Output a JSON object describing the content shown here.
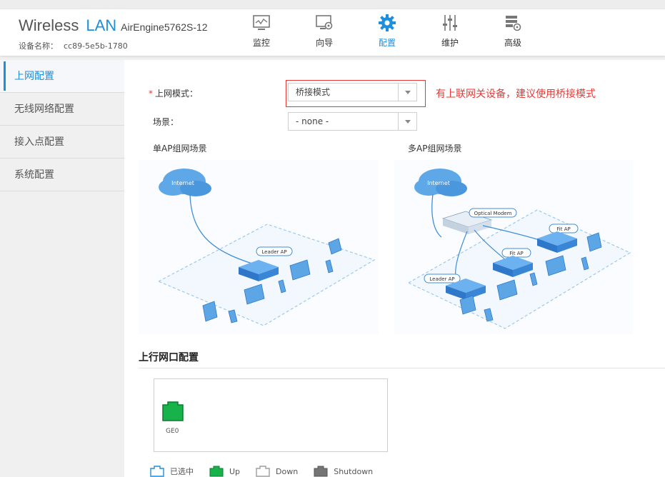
{
  "header": {
    "brand_wireless": "Wireless",
    "brand_lan": "LAN",
    "model": "AirEngine5762S-12",
    "device_name_label": "设备名称：",
    "device_name_value": "cc89-5e5b-1780"
  },
  "nav": [
    {
      "label": "监控",
      "icon": "monitor-icon"
    },
    {
      "label": "向导",
      "icon": "wizard-icon"
    },
    {
      "label": "配置",
      "icon": "gear-icon"
    },
    {
      "label": "维护",
      "icon": "sliders-icon"
    },
    {
      "label": "高级",
      "icon": "advanced-icon"
    }
  ],
  "sidebar": {
    "items": [
      {
        "label": "上网配置"
      },
      {
        "label": "无线网络配置"
      },
      {
        "label": "接入点配置"
      },
      {
        "label": "系统配置"
      }
    ]
  },
  "form": {
    "mode_label": "上网模式：",
    "mode_required": "*",
    "mode_value": "桥接模式",
    "mode_hint": "有上联网关设备，建议使用桥接模式",
    "scene_label": "场景：",
    "scene_value": "- none -"
  },
  "scenes": {
    "single_title": "单AP组网场景",
    "multi_title": "多AP组网场景",
    "internet": "Internet",
    "leader_ap": "Leader AP",
    "fit_ap": "Fit AP",
    "optical_modem": "Optical Modem"
  },
  "uplink": {
    "title": "上行网口配置",
    "ports": [
      {
        "name": "GE0",
        "status": "up"
      }
    ]
  },
  "legend": [
    {
      "label": "已选中",
      "color": "#1e8fdc"
    },
    {
      "label": "Up",
      "color": "#17b34a"
    },
    {
      "label": "Down",
      "color": "#9e9e9e"
    },
    {
      "label": "Shutdown",
      "color": "#757575"
    }
  ],
  "colors": {
    "accent": "#1e8fdc",
    "error": "#e53935",
    "port_up": "#17b34a"
  }
}
